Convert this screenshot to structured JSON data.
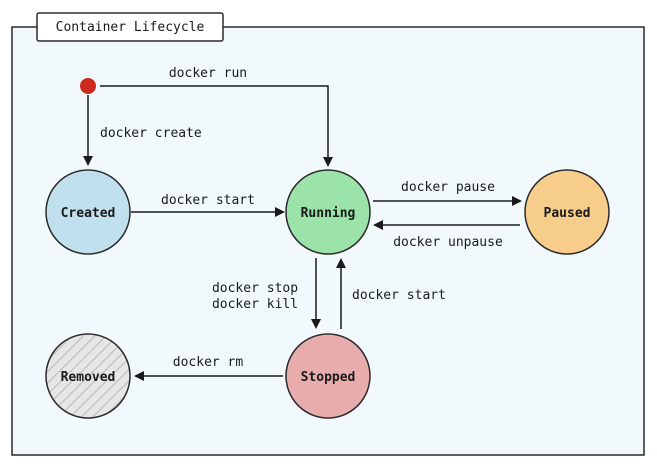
{
  "diagram": {
    "title": "Container Lifecycle",
    "states": {
      "created": "Created",
      "running": "Running",
      "paused": "Paused",
      "stopped": "Stopped",
      "removed": "Removed"
    },
    "transitions": {
      "run": "docker run",
      "create": "docker create",
      "start": "docker start",
      "pause": "docker pause",
      "unpause": "docker unpause",
      "stop": "docker stop",
      "kill": "docker kill",
      "restart": "docker start",
      "rm": "docker rm"
    },
    "colors": {
      "panel_bg": "#f2f9fc",
      "border": "#2b2b2b",
      "initial_dot": "#cc2a1e",
      "created": "#bfe0ec",
      "running": "#9be3a8",
      "paused": "#f7cd8c",
      "stopped": "#e8acac",
      "removed": "#e6e6e6"
    }
  }
}
